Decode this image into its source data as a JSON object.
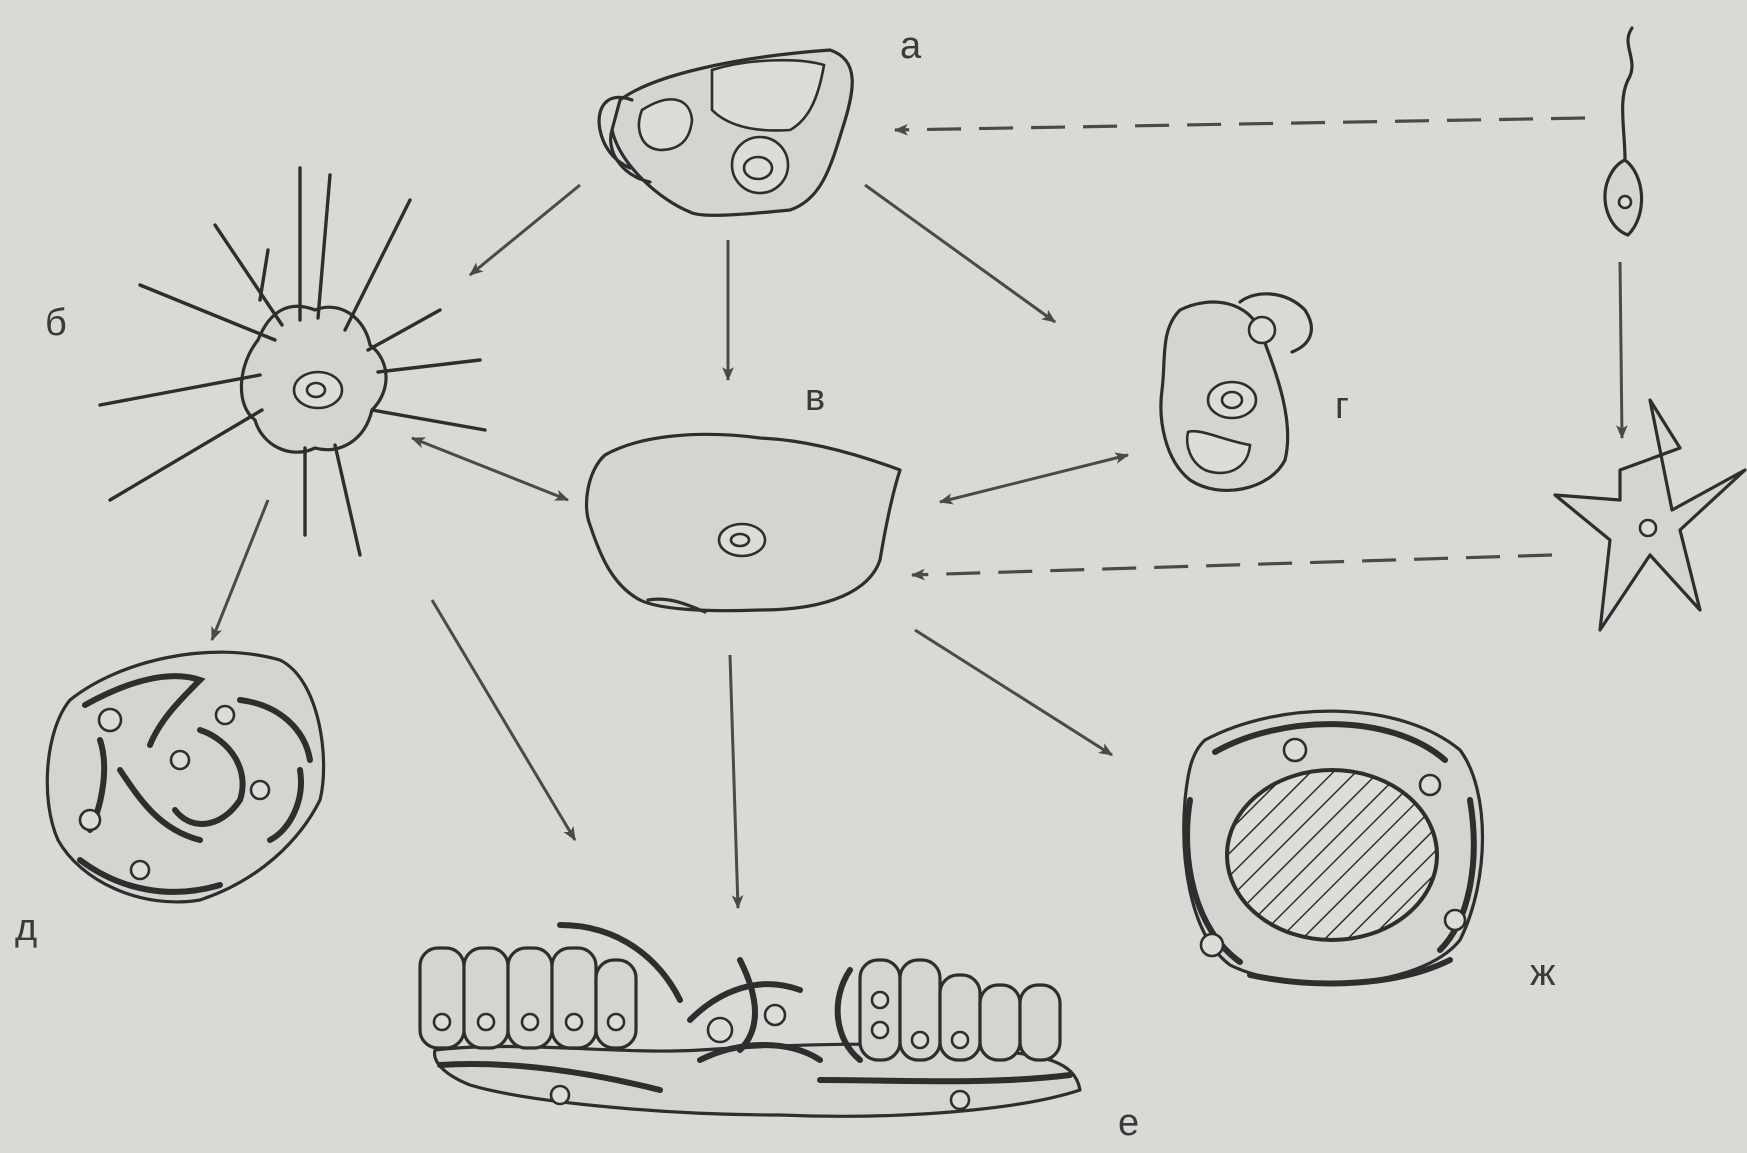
{
  "labels": {
    "a": "а",
    "b": "б",
    "v": "в",
    "g": "г",
    "d": "д",
    "e": "е",
    "zh": "ж"
  }
}
